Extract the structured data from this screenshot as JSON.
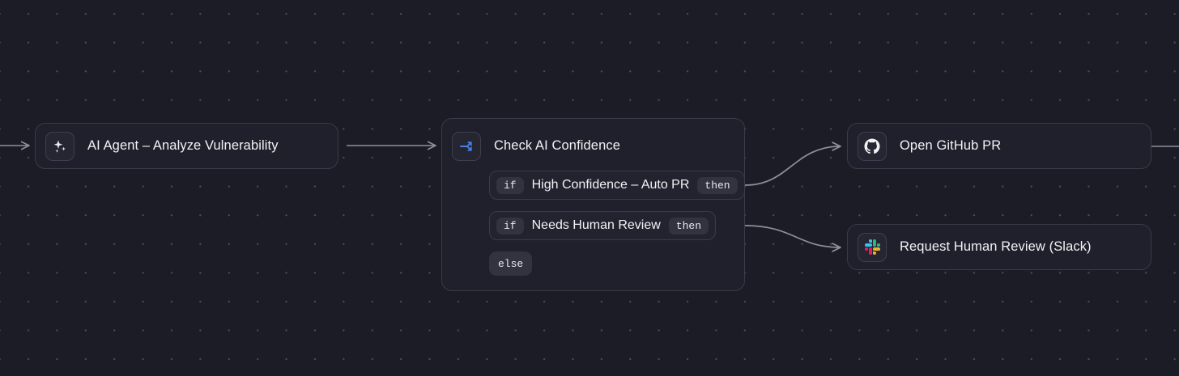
{
  "canvas": {
    "background_color": "#1c1c26",
    "grid_dot_color": "#bebed2",
    "edge_color": "#8e8e9e"
  },
  "nodes": {
    "agent": {
      "title": "AI Agent – Analyze Vulnerability",
      "icon": "sparkle-icon"
    },
    "branch": {
      "title": "Check AI Confidence",
      "icon": "branch-split-icon",
      "icon_color": "#4a7fe8",
      "conditions": [
        {
          "if_label": "if",
          "text": "High Confidence – Auto PR",
          "then_label": "then"
        },
        {
          "if_label": "if",
          "text": "Needs Human Review",
          "then_label": "then"
        }
      ],
      "else_label": "else"
    },
    "github": {
      "title": "Open GitHub PR",
      "icon": "github-icon"
    },
    "slack": {
      "title": "Request Human Review (Slack)",
      "icon": "slack-icon",
      "colors": {
        "blue": "#36c5f0",
        "green": "#2eb67d",
        "red": "#e01e5a",
        "yellow": "#ecb22e"
      }
    }
  }
}
